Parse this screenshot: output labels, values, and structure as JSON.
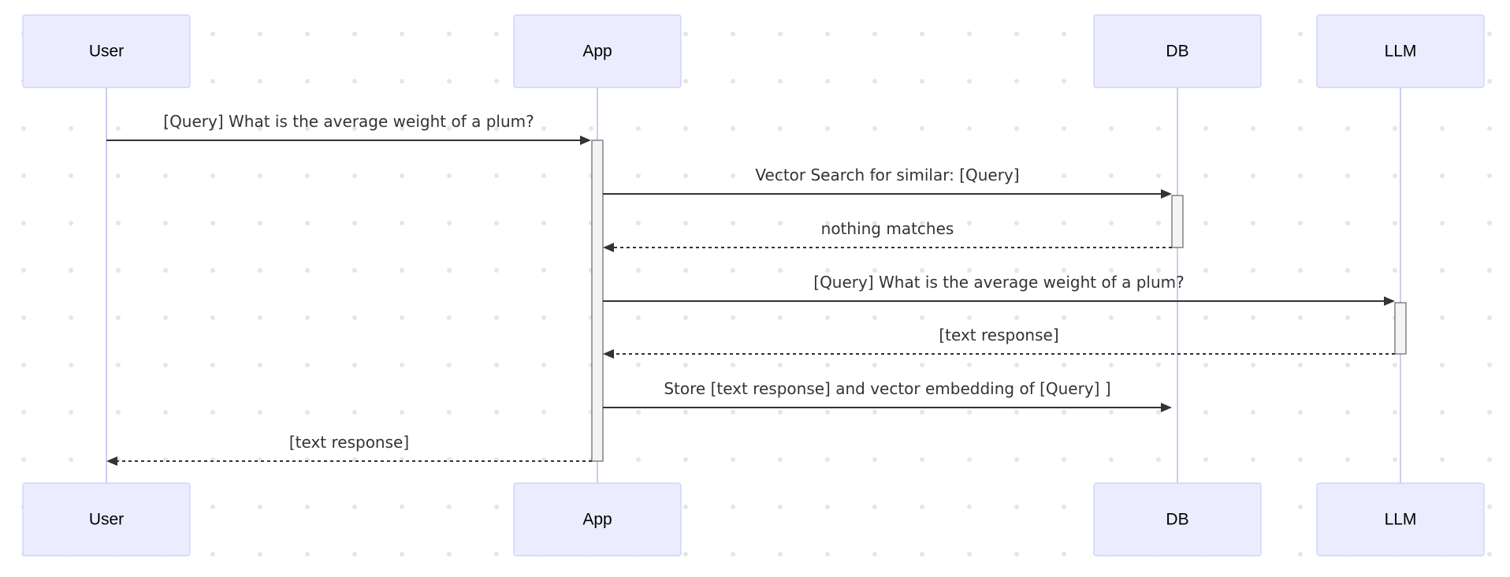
{
  "actors": [
    {
      "id": "user",
      "label": "User"
    },
    {
      "id": "app",
      "label": "App"
    },
    {
      "id": "db",
      "label": "DB"
    },
    {
      "id": "llm",
      "label": "LLM"
    }
  ],
  "messages": [
    {
      "from": "user",
      "to": "app",
      "text": "[Query] What is the average weight of a plum?",
      "style": "solid"
    },
    {
      "from": "app",
      "to": "db",
      "text": "Vector Search for similar: [Query]",
      "style": "solid"
    },
    {
      "from": "db",
      "to": "app",
      "text": "nothing matches",
      "style": "dashed"
    },
    {
      "from": "app",
      "to": "llm",
      "text": "[Query] What is the average weight of a plum?",
      "style": "solid"
    },
    {
      "from": "llm",
      "to": "app",
      "text": "[text response]",
      "style": "dashed"
    },
    {
      "from": "app",
      "to": "db",
      "text": "Store [text response] and vector embedding of [Query] ]",
      "style": "solid"
    },
    {
      "from": "app",
      "to": "user",
      "text": "[text response]",
      "style": "dashed"
    }
  ],
  "colors": {
    "actor_fill": "#ECECFF",
    "actor_border": "#CCCCFF",
    "lifeline": "#CFCBEF",
    "arrow": "#333333",
    "activation_fill": "#F4F4F4",
    "background_dots": "#E6E6E6"
  }
}
